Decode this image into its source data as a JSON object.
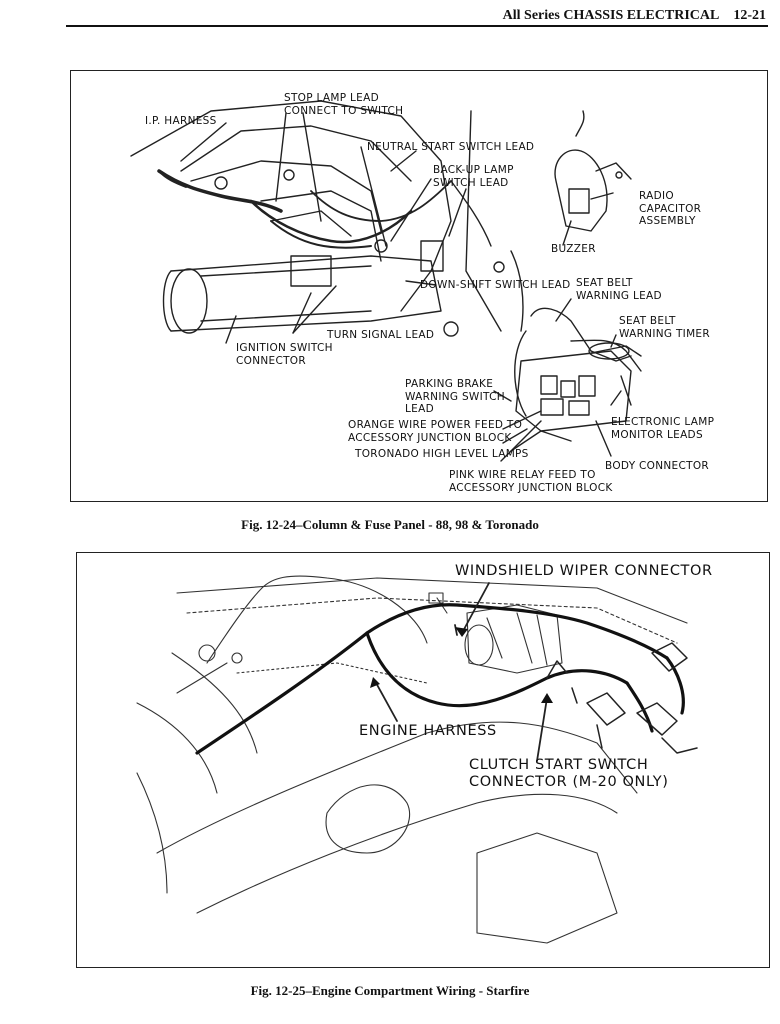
{
  "header": {
    "title": "All Series CHASSIS ELECTRICAL",
    "page_number": "12-21"
  },
  "figure1": {
    "caption": "Fig. 12-24–Column & Fuse Panel - 88, 98 & Toronado",
    "labels": {
      "ip_harness": "I.P. HARNESS",
      "stop_lamp_lead": "STOP LAMP LEAD\nCONNECT TO SWITCH",
      "neutral_start": "NEUTRAL START SWITCH LEAD",
      "backup_lamp": "BACK-UP LAMP\nSWITCH LEAD",
      "radio_capacitor": "RADIO\nCAPACITOR\nASSEMBLY",
      "buzzer": "BUZZER",
      "downshift": "DOWN-SHIFT SWITCH LEAD",
      "seat_belt_warning_lead": "SEAT BELT\nWARNING LEAD",
      "seat_belt_warning_timer": "SEAT BELT\nWARNING TIMER",
      "turn_signal": "TURN SIGNAL LEAD",
      "ignition_switch": "IGNITION SWITCH\nCONNECTOR",
      "parking_brake": "PARKING BRAKE\nWARNING SWITCH\nLEAD",
      "orange_wire": "ORANGE WIRE POWER FEED TO\nACCESSORY JUNCTION BLOCK",
      "toronado_high_level": "TORONADO HIGH LEVEL LAMPS",
      "electronic_lamp": "ELECTRONIC LAMP\nMONITOR LEADS",
      "body_connector": "BODY CONNECTOR",
      "pink_wire": "PINK WIRE RELAY FEED TO\nACCESSORY JUNCTION BLOCK"
    }
  },
  "figure2": {
    "caption": "Fig. 12-25–Engine Compartment Wiring - Starfire",
    "labels": {
      "windshield_wiper": "WINDSHIELD WIPER CONNECTOR",
      "engine_harness": "ENGINE HARNESS",
      "clutch_start": "CLUTCH START SWITCH\nCONNECTOR (M-20 ONLY)"
    }
  }
}
